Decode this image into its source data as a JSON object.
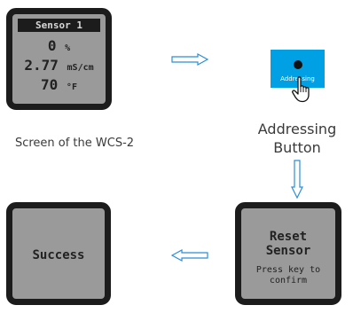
{
  "screen_wcs": {
    "title": "Sensor 1",
    "line1_value": "0",
    "line1_unit": "%",
    "line2_value": "2.77",
    "line2_unit": "mS/cm",
    "line3_value": "70",
    "line3_unit": "°F"
  },
  "screen_wcs_caption": "Screen of the WCS-2",
  "addressing_button": {
    "label": "Addressing",
    "caption_line1": "Addressing",
    "caption_line2": "Button"
  },
  "screen_reset": {
    "line1": "Reset",
    "line2": "Sensor",
    "line3": "Press key to",
    "line4": "confirm"
  },
  "screen_success": {
    "text": "Success"
  },
  "colors": {
    "screen_bezel": "#1c1c1c",
    "screen_lcd": "#9a9a9a",
    "button_blue": "#00a0e4",
    "arrow_blue": "#2a8fd8"
  },
  "icons": [
    "arrow-right-icon",
    "arrow-down-icon",
    "arrow-left-icon",
    "hand-pointer-icon"
  ]
}
